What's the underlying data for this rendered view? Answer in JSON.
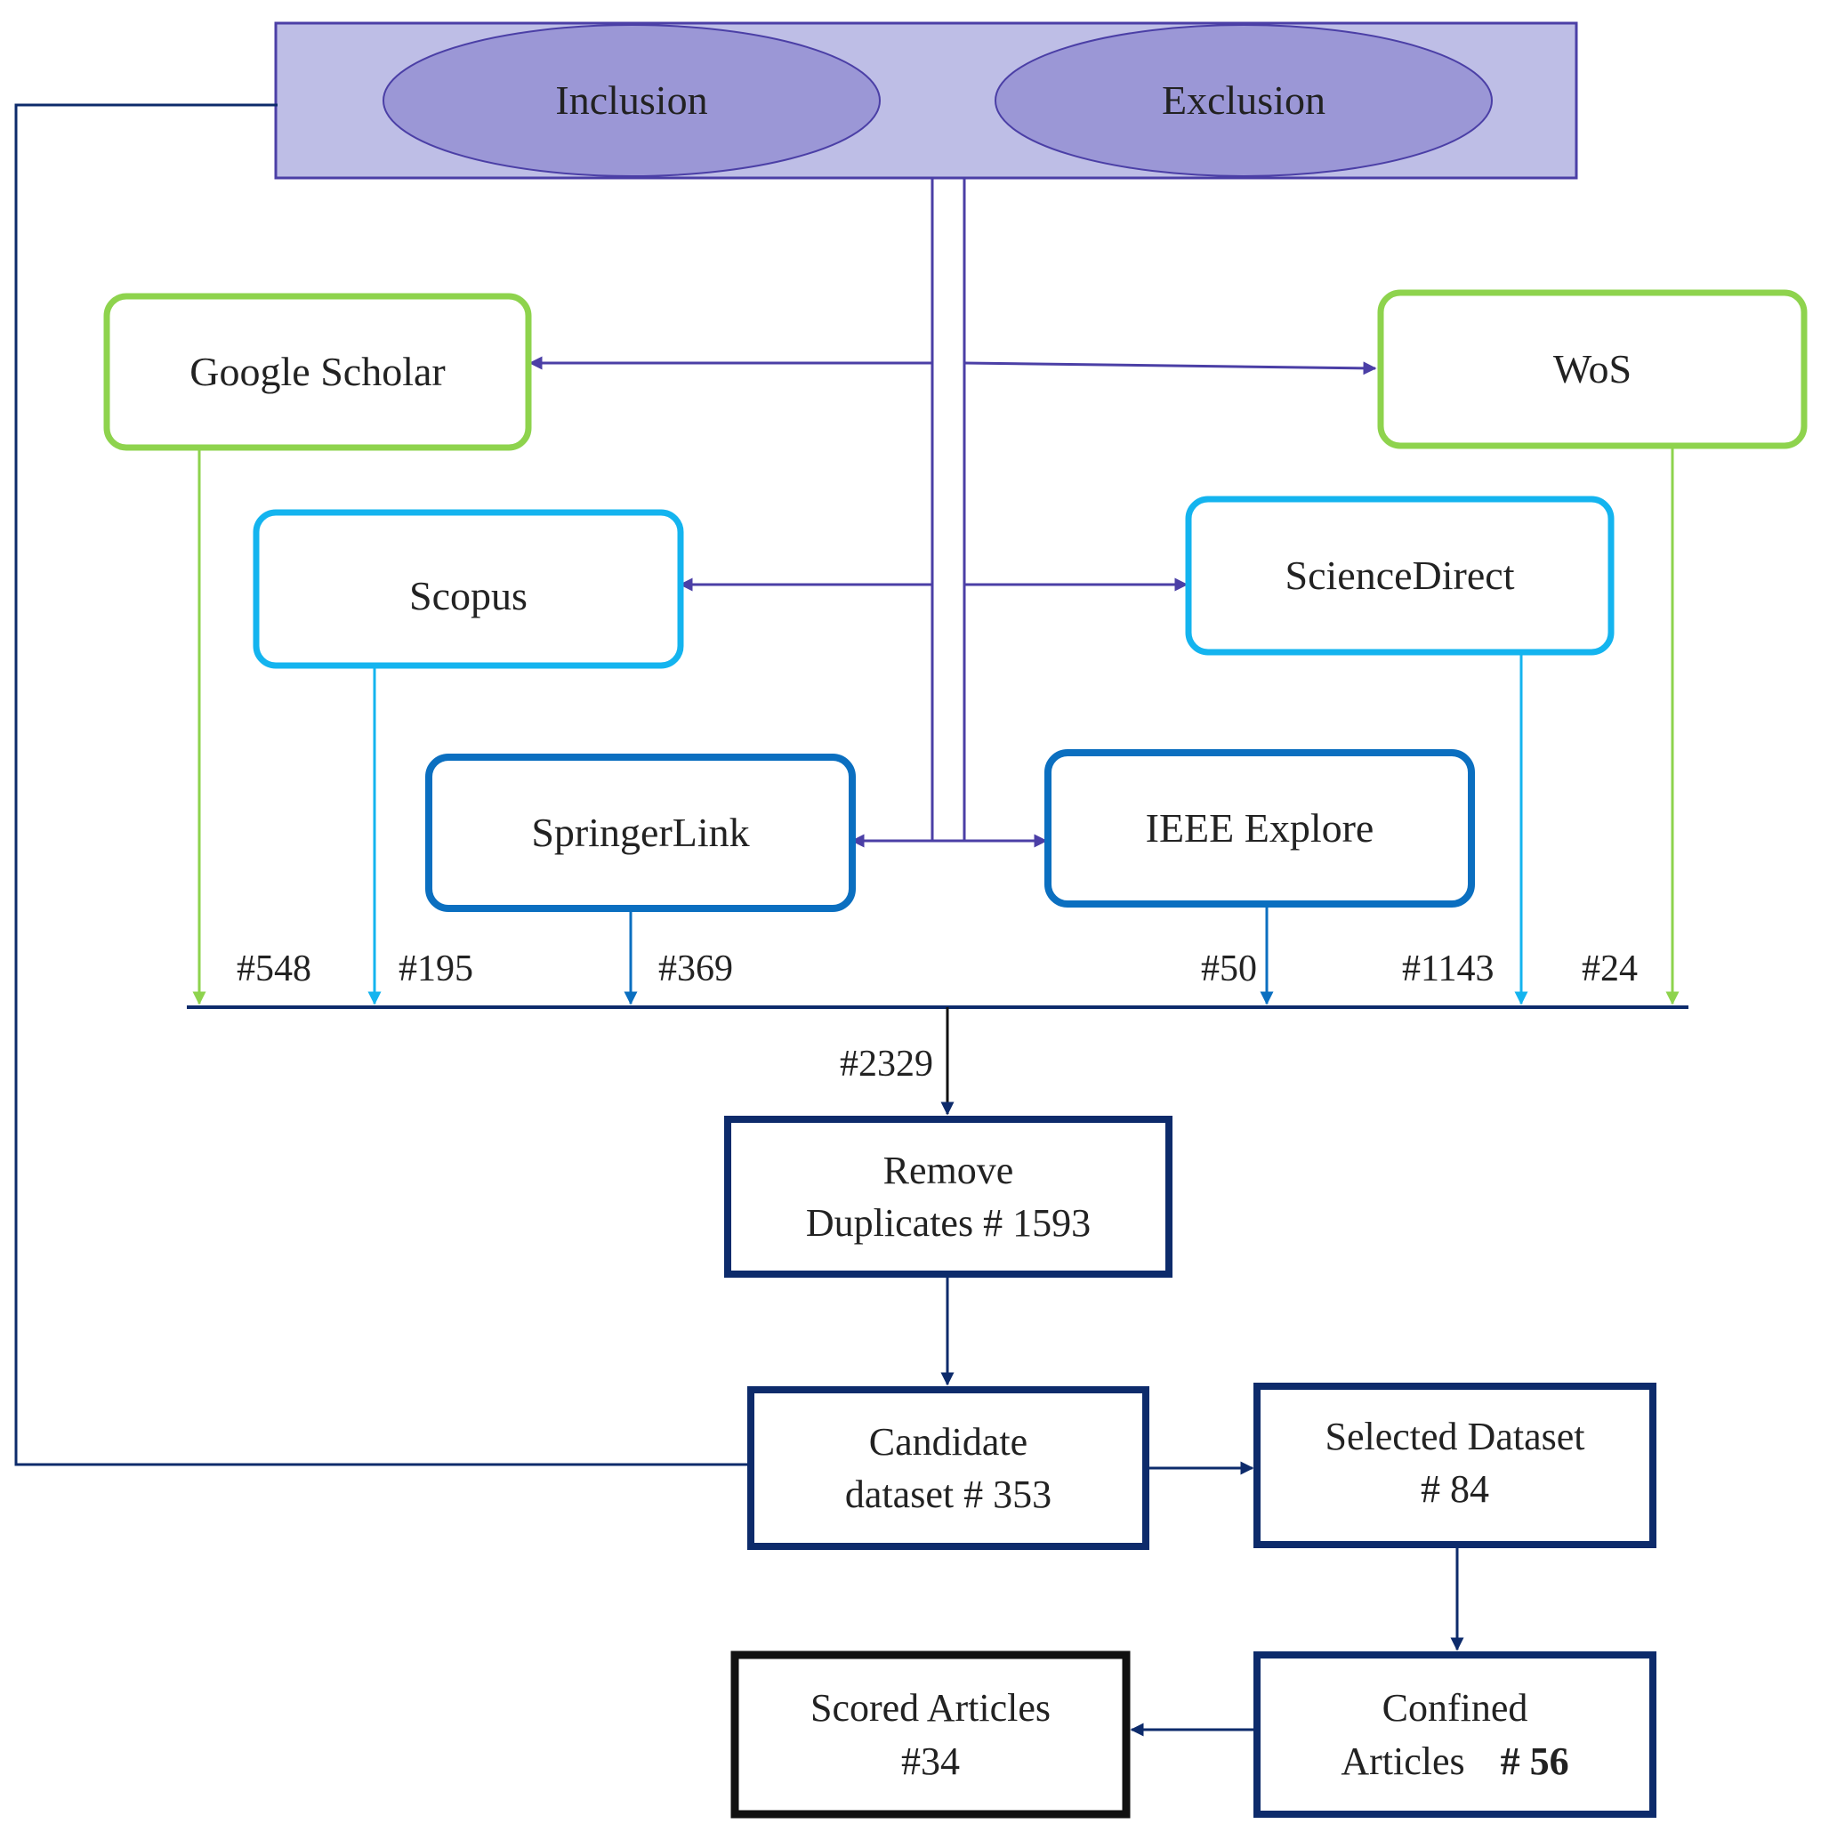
{
  "criteria": {
    "inclusion": "Inclusion",
    "exclusion": "Exclusion"
  },
  "sources": {
    "google_scholar": "Google Scholar",
    "wos": "WoS",
    "scopus": "Scopus",
    "sciencedirect": "ScienceDirect",
    "springerlink": "SpringerLink",
    "ieee": "IEEE Explore"
  },
  "counts": {
    "google_scholar": "#548",
    "scopus": "#195",
    "springerlink": "#369",
    "ieee": "#50",
    "sciencedirect": "#1143",
    "wos": "#24",
    "total": "#2329"
  },
  "steps": {
    "remove_duplicates": {
      "line1": "Remove",
      "line2": "Duplicates # 1593"
    },
    "candidate": {
      "line1": "Candidate",
      "line2": "dataset # 353"
    },
    "selected": {
      "line1": "Selected Dataset",
      "line2": "# 84"
    },
    "confined": {
      "line1": "Confined",
      "line2_a": "Articles",
      "line2_b": "# 56"
    },
    "scored": {
      "line1": "Scored Articles",
      "line2": "#34"
    }
  },
  "colors": {
    "criteria_fill": "#bebee6",
    "ellipse_fill": "#9b97d6",
    "purple_line": "#4b3fa6",
    "green": "#8ed34d",
    "light_blue": "#14b4ef",
    "mid_blue": "#0b6fc0",
    "navy": "#0d2b6b",
    "black": "#111111"
  }
}
